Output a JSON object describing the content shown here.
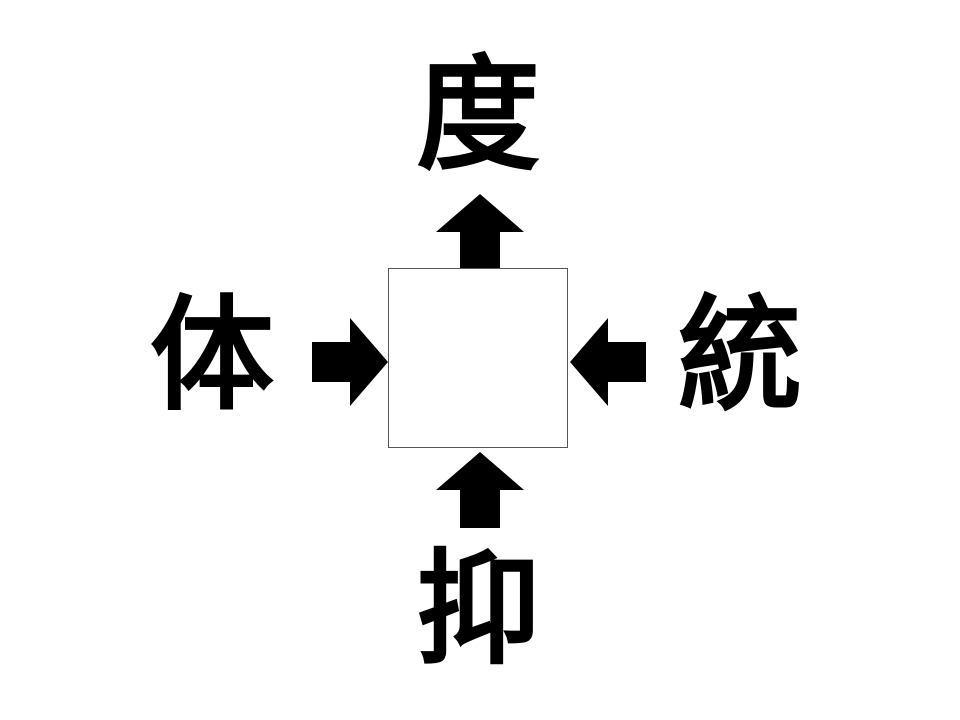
{
  "puzzle": {
    "top_kanji": "度",
    "left_kanji": "体",
    "right_kanji": "統",
    "bottom_kanji": "抑",
    "answer": ""
  },
  "colors": {
    "foreground": "#000000",
    "background": "#ffffff",
    "box_border": "#555555"
  },
  "icons": {
    "top": "arrow-up-icon",
    "bottom": "arrow-up-icon",
    "left": "arrow-right-icon",
    "right": "arrow-left-icon"
  }
}
